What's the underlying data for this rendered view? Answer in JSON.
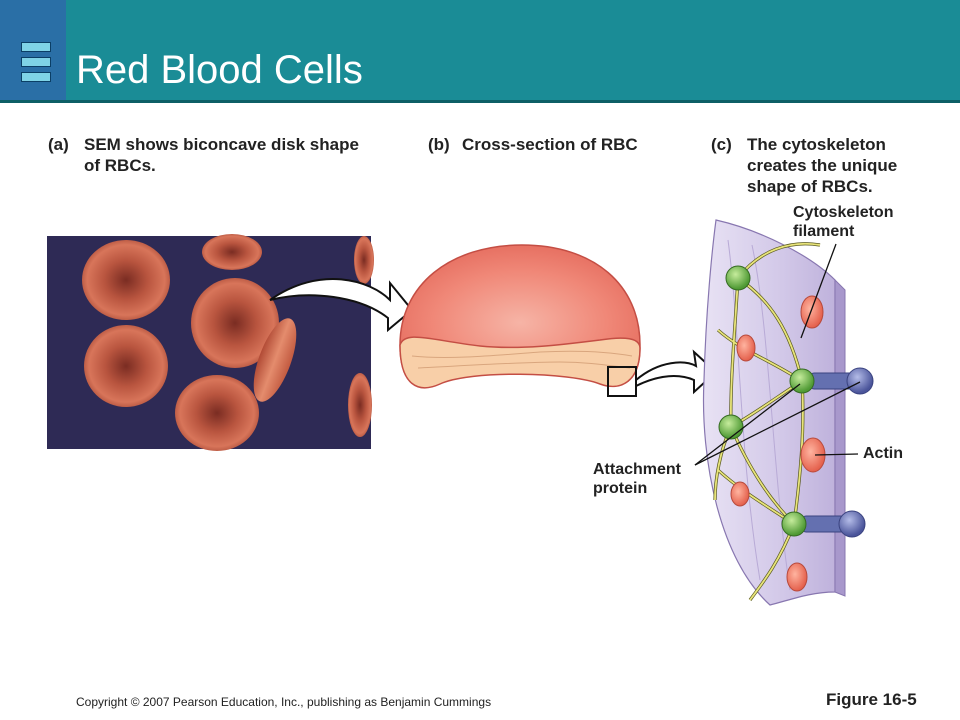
{
  "slide": {
    "title": "Red Blood Cells"
  },
  "panels": {
    "a": {
      "tag": "(a)",
      "caption": "SEM shows biconcave disk shape\nof RBCs."
    },
    "b": {
      "tag": "(b)",
      "caption": "Cross-section of RBC"
    },
    "c": {
      "tag": "(c)",
      "caption": "The cytoskeleton\ncreates the unique\nshape of RBCs."
    }
  },
  "labels": {
    "cytoskeleton_filament": "Cytoskeleton\nfilament",
    "actin": "Actin",
    "attachment_protein": "Attachment\nprotein"
  },
  "footer": {
    "copyright": "Copyright © 2007 Pearson Education, Inc., publishing as Benjamin Cummings",
    "figure": "Figure 16-5"
  },
  "colors": {
    "header": "#1a8c96",
    "logo": "#2a6fa6",
    "sem_background": "#2e2a55",
    "rbc": "#c8604a",
    "cross_section": "#f08a7e",
    "membrane": "#cfc5e6",
    "attachment_protein": "#6bb04a",
    "transmembrane_protein": "#6470b0",
    "actin": "#f0826e"
  }
}
